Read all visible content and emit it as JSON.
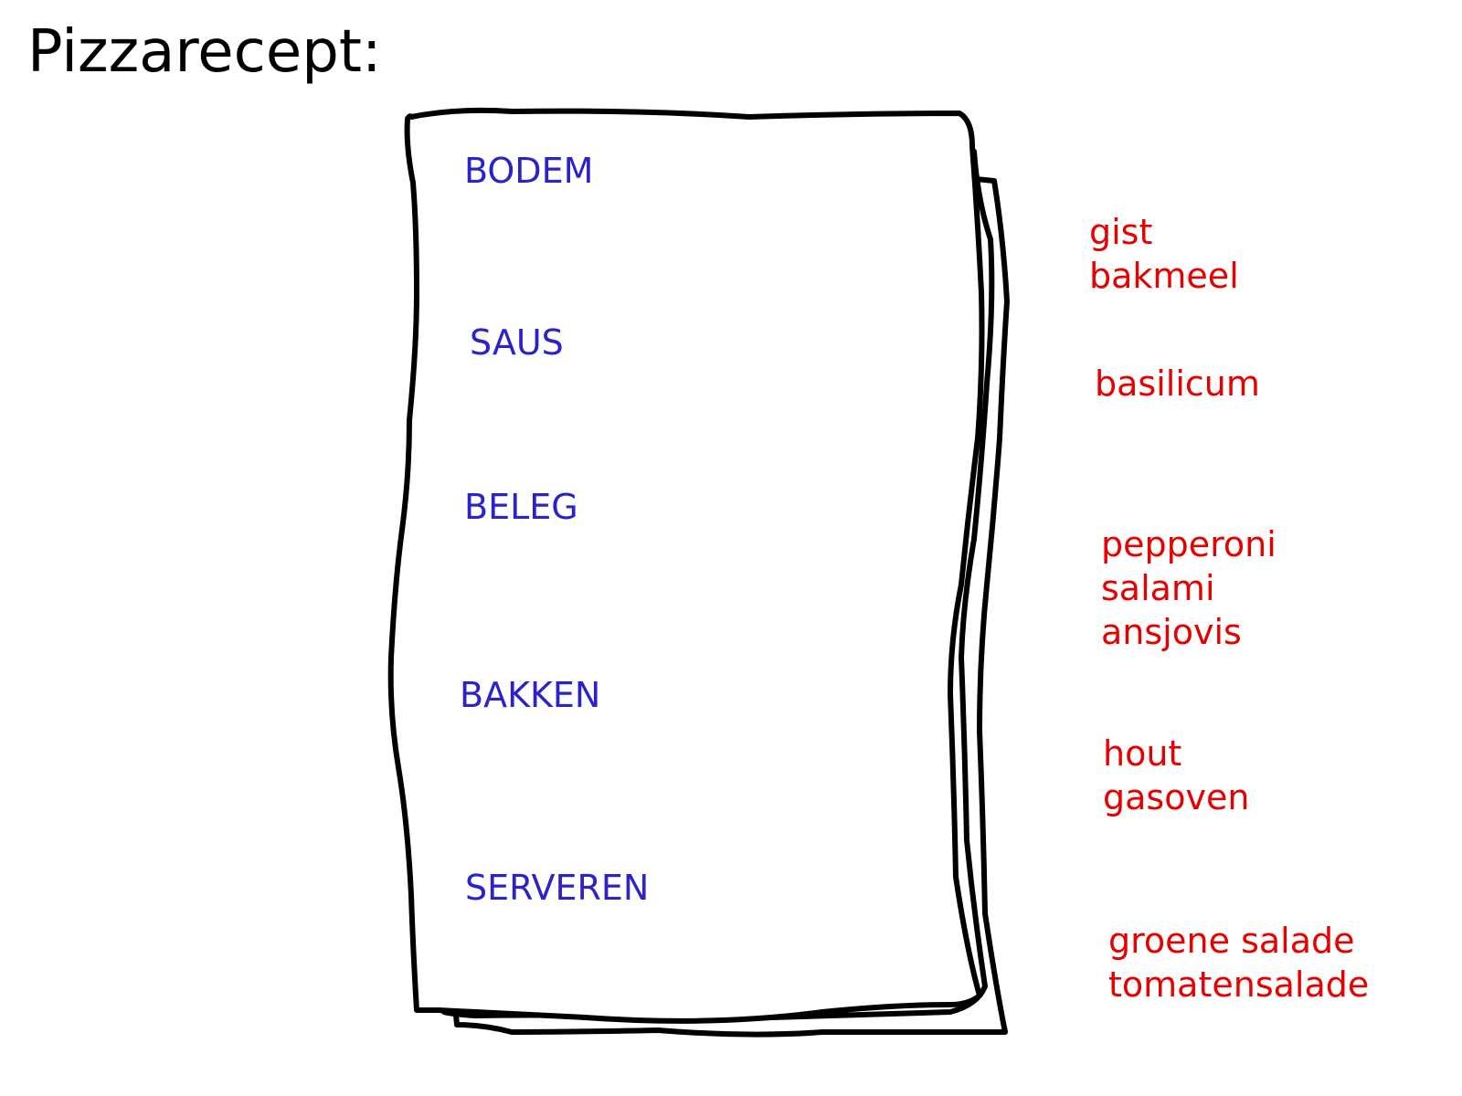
{
  "title": "Pizzarecept:",
  "colors": {
    "section": "#2b22cc",
    "note": "#e60000",
    "outline": "#000000"
  },
  "sections": [
    {
      "label": "BODEM",
      "notes": [
        "gist",
        "bakmeel"
      ]
    },
    {
      "label": "SAUS",
      "notes": [
        "basilicum"
      ]
    },
    {
      "label": "BELEG",
      "notes": [
        "pepperoni",
        "salami",
        "ansjovis"
      ]
    },
    {
      "label": "BAKKEN",
      "notes": [
        "hout",
        "gasoven"
      ]
    },
    {
      "label": "SERVEREN",
      "notes": [
        "groene salade",
        "tomatensalade"
      ]
    }
  ]
}
